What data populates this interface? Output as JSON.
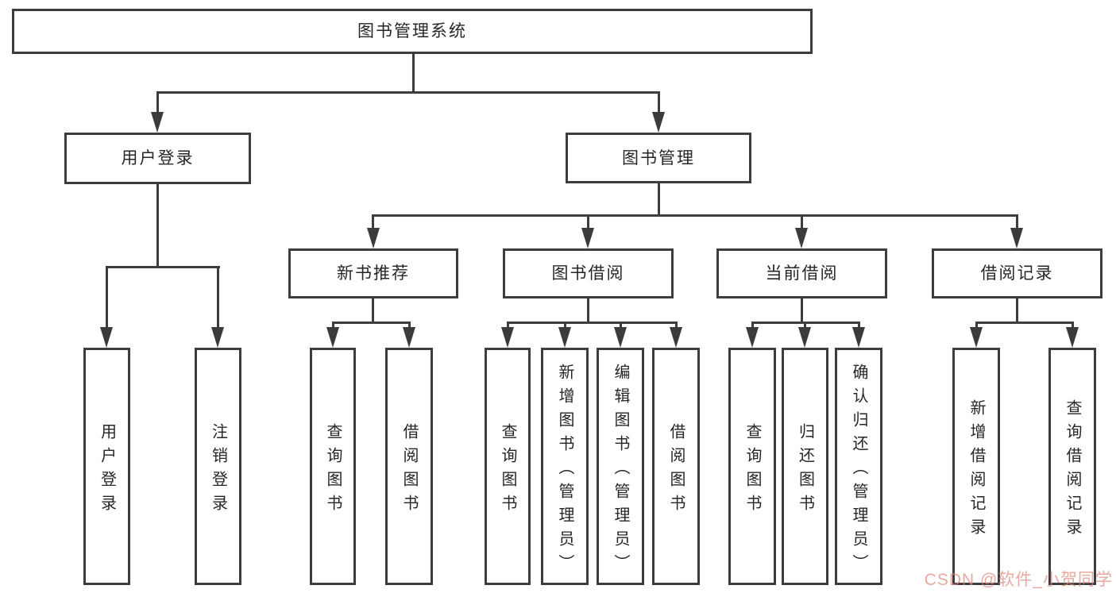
{
  "tree": {
    "label": "图书管理系统",
    "children": [
      {
        "label": "用户登录",
        "children": [
          {
            "label": "用户登录"
          },
          {
            "label": "注销登录"
          }
        ]
      },
      {
        "label": "图书管理",
        "children": [
          {
            "label": "新书推荐",
            "children": [
              {
                "label": "查询图书"
              },
              {
                "label": "借阅图书"
              }
            ]
          },
          {
            "label": "图书借阅",
            "children": [
              {
                "label": "查询图书"
              },
              {
                "label": "新增图书（管理员）"
              },
              {
                "label": "编辑图书（管理员）"
              },
              {
                "label": "借阅图书"
              }
            ]
          },
          {
            "label": "当前借阅",
            "children": [
              {
                "label": "查询图书"
              },
              {
                "label": "归还图书"
              },
              {
                "label": "确认归还（管理员）"
              }
            ]
          },
          {
            "label": "借阅记录",
            "children": [
              {
                "label": "新增借阅记录"
              },
              {
                "label": "查询借阅记录"
              }
            ]
          }
        ]
      }
    ]
  },
  "watermark": {
    "text": "CSDN @软件_小贺同学",
    "color": "#e1877a"
  },
  "colors": {
    "line": "#3d3d3d",
    "box_border": "#3d3d3d",
    "text": "#262626",
    "background": "#ffffff"
  }
}
